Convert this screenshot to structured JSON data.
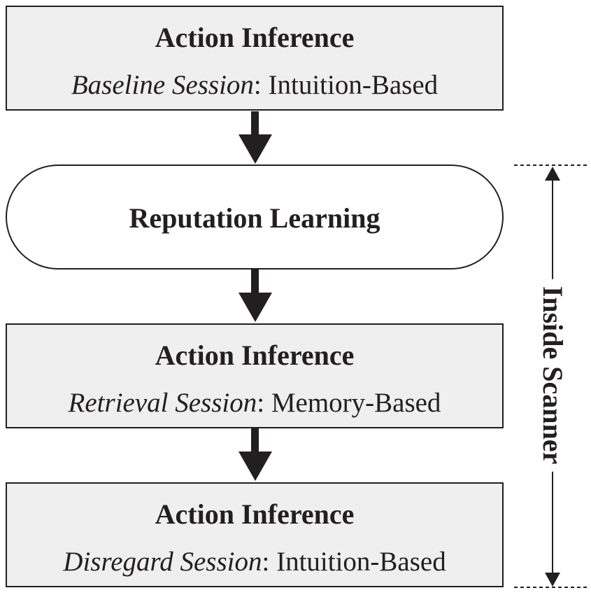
{
  "steps": [
    {
      "title": "Action Inference",
      "session": "Baseline Session",
      "separator": ": ",
      "basis": "Intuition-Based"
    },
    {
      "title": "Reputation Learning"
    },
    {
      "title": "Action Inference",
      "session": "Retrieval Session",
      "separator": ": ",
      "basis": "Memory-Based"
    },
    {
      "title": "Action Inference",
      "session": "Disregard Session",
      "separator": ": ",
      "basis": "Intuition-Based"
    }
  ],
  "scanner": {
    "label": "Inside Scanner"
  },
  "colors": {
    "box_fill": "#efefef",
    "line": "#231f20",
    "background": "#ffffff"
  }
}
